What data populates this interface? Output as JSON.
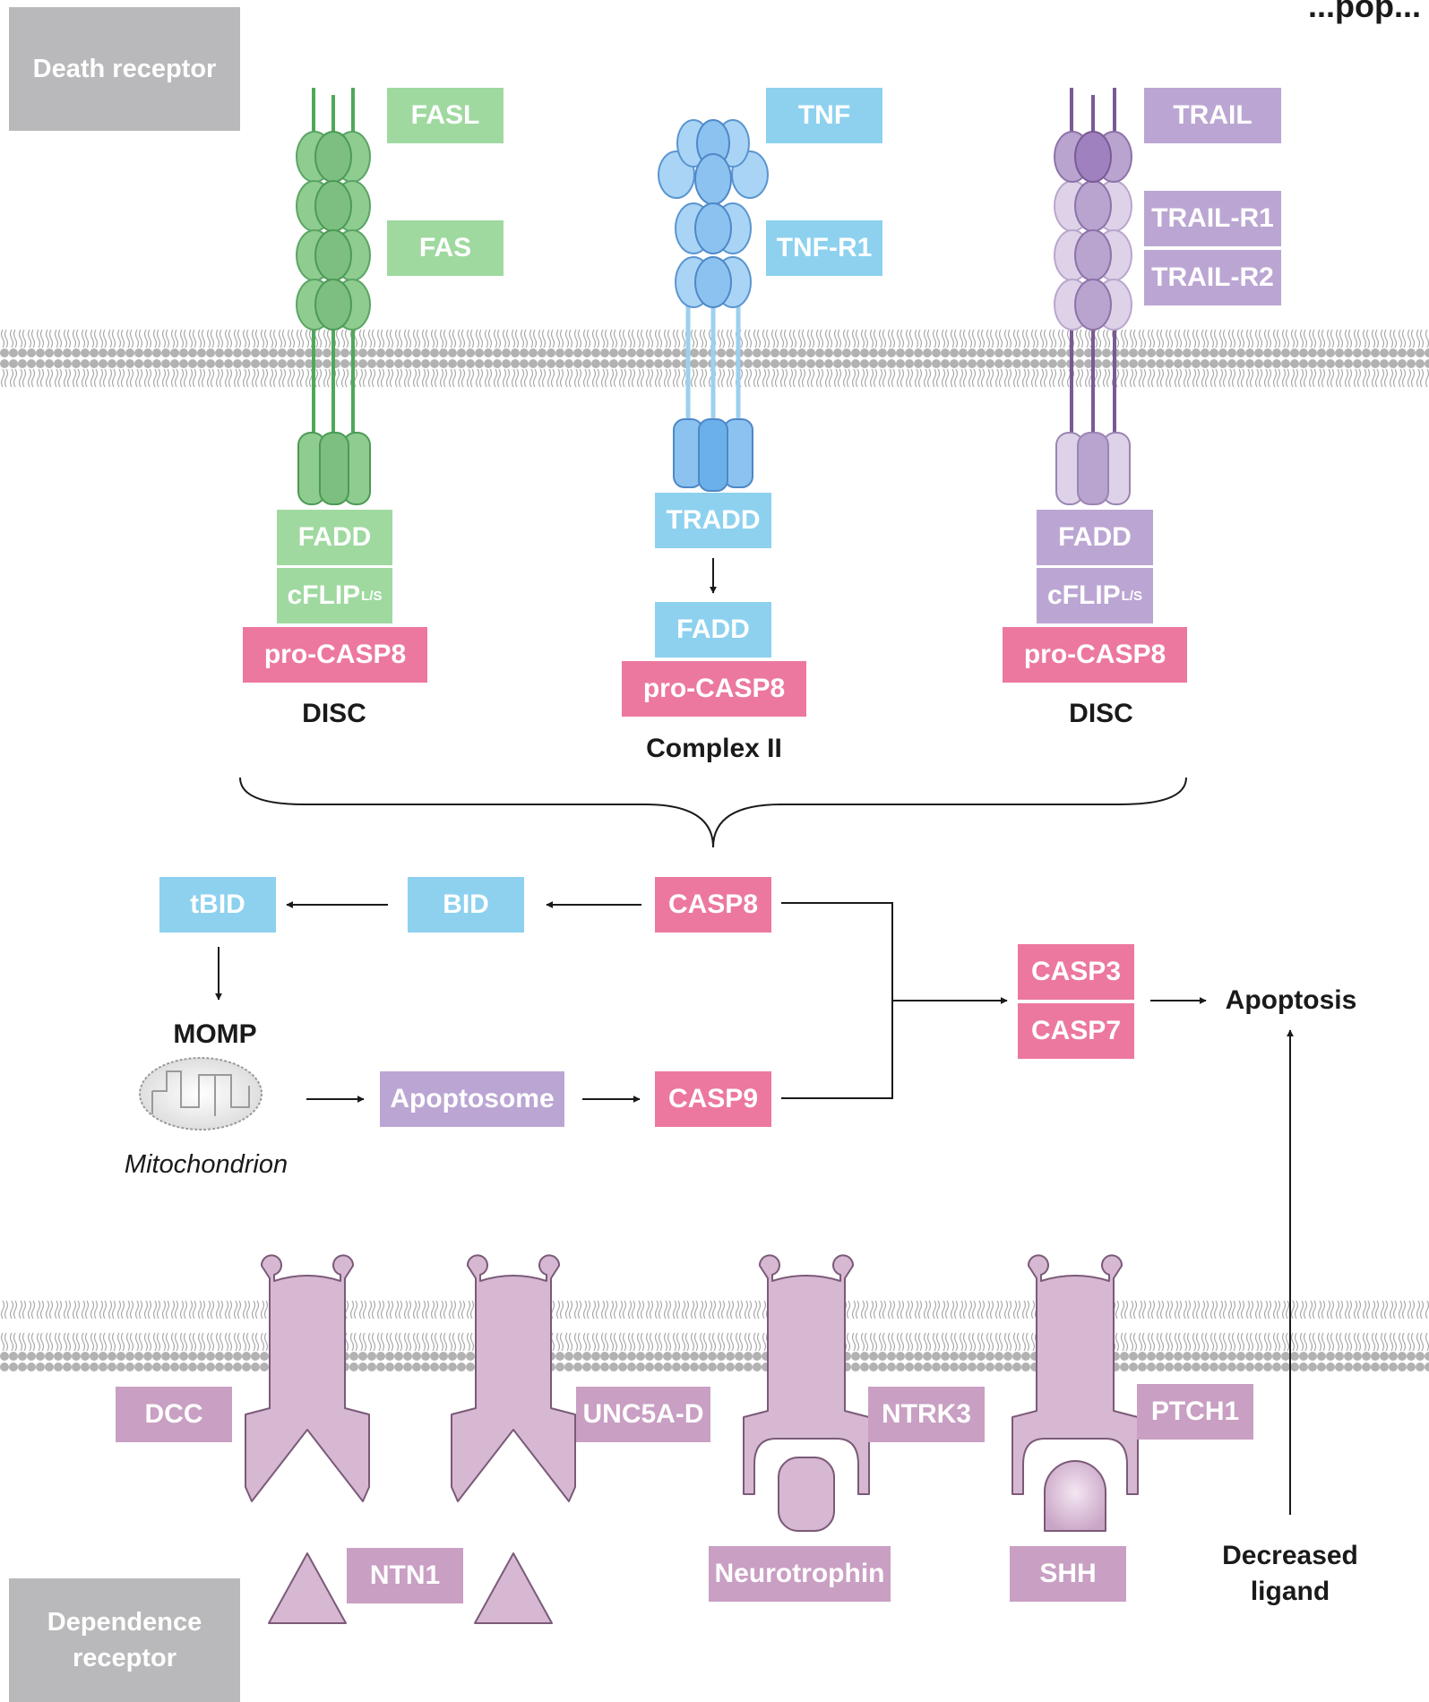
{
  "title_partial": "...pop...",
  "sections": {
    "death_receptor": "Death receptor",
    "dependence_receptor": "Dependence receptor"
  },
  "colors": {
    "fas_green": "#9fd9a0",
    "tnf_blue": "#8dd1ef",
    "trail_purple": "#bba6d3",
    "caspase_pink": "#ec78a0",
    "dependence_mauve": "#c99fc3",
    "section_gray": "#b9b9bb"
  },
  "death_receptors": {
    "fas": {
      "ligand": "FASL",
      "receptor": "FAS",
      "adaptor": "FADD",
      "inhibitor": "cFLIP",
      "inhibitor_sub": "L/S",
      "caspase": "pro-CASP8",
      "complex": "DISC"
    },
    "tnf": {
      "ligand": "TNF",
      "receptor": "TNF-R1",
      "adaptor1": "TRADD",
      "adaptor2": "FADD",
      "caspase": "pro-CASP8",
      "complex": "Complex II"
    },
    "trail": {
      "ligand": "TRAIL",
      "receptor1": "TRAIL-R1",
      "receptor2": "TRAIL-R2",
      "adaptor": "FADD",
      "inhibitor": "cFLIP",
      "inhibitor_sub": "L/S",
      "caspase": "pro-CASP8",
      "complex": "DISC"
    }
  },
  "pathway": {
    "tbid": "tBID",
    "bid": "BID",
    "casp8": "CASP8",
    "momp": "MOMP",
    "mitochondrion": "Mitochondrion",
    "apoptosome": "Apoptosome",
    "casp9": "CASP9",
    "casp3": "CASP3",
    "casp7": "CASP7",
    "apoptosis": "Apoptosis"
  },
  "dependence_receptors": {
    "dcc": "DCC",
    "unc5": "UNC5A-D",
    "ntrk3": "NTRK3",
    "ptch1": "PTCH1",
    "ntn1": "NTN1",
    "neurotrophin": "Neurotrophin",
    "shh": "SHH",
    "decreased_ligand": "Decreased ligand"
  }
}
